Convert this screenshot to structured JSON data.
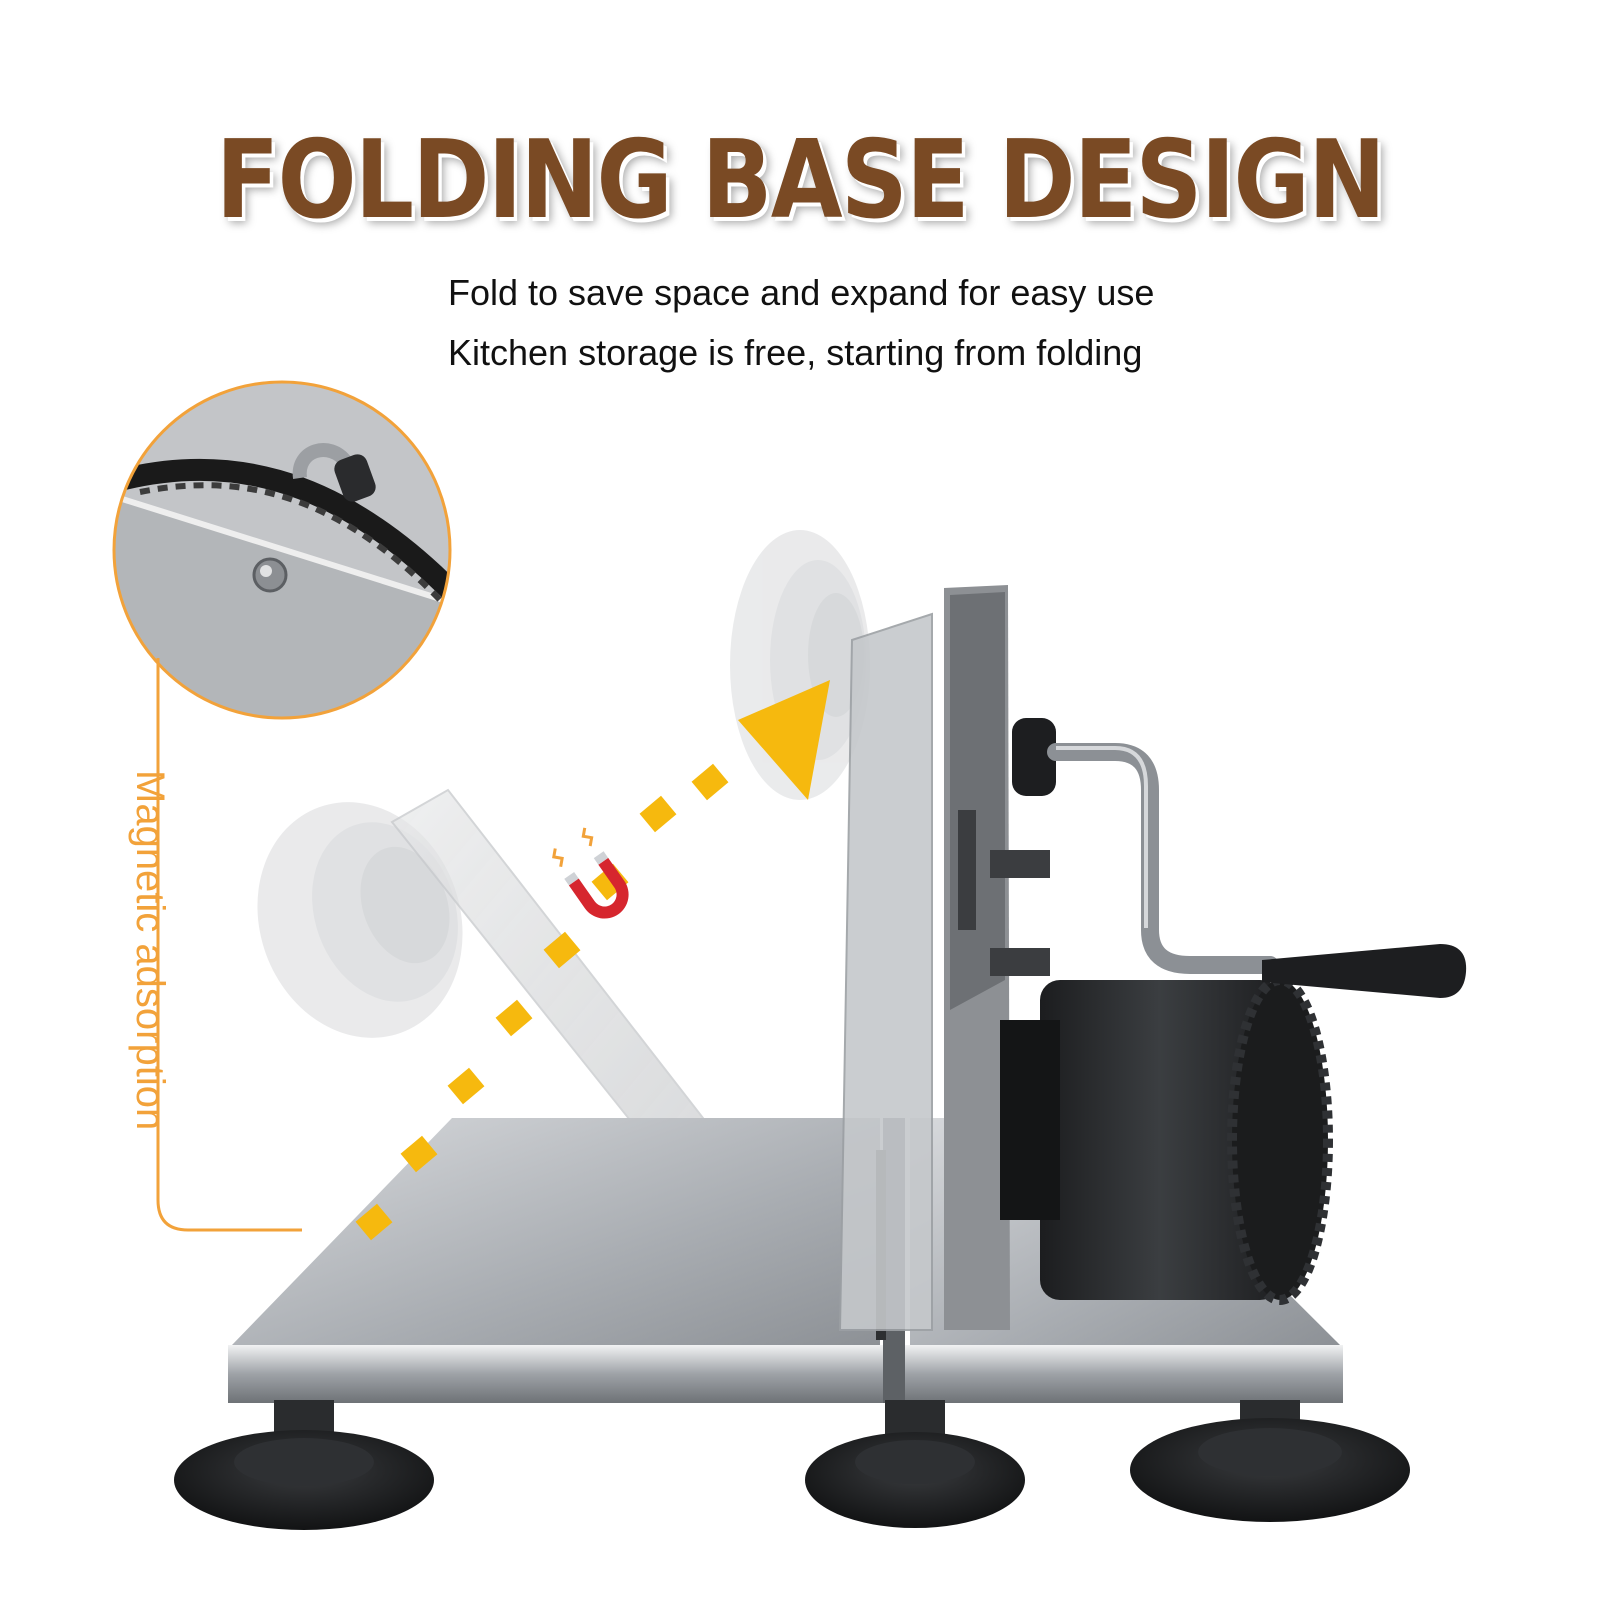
{
  "headline": "FOLDING BASE DESIGN",
  "subtitle_lines": [
    "Fold to save space and expand for easy use",
    "Kitchen storage is free, starting from folding"
  ],
  "callout_label": "Magnetic adsorption",
  "colors": {
    "headline": "#7a4a24",
    "accent_orange": "#f2a23a",
    "arrow_yellow": "#f6b90e",
    "magnet_red": "#d6262e",
    "steel": "#b9bcc0",
    "dark_metal": "#2a2c2e"
  },
  "icons": [
    "magnet-icon",
    "direction-arrow-icon"
  ]
}
